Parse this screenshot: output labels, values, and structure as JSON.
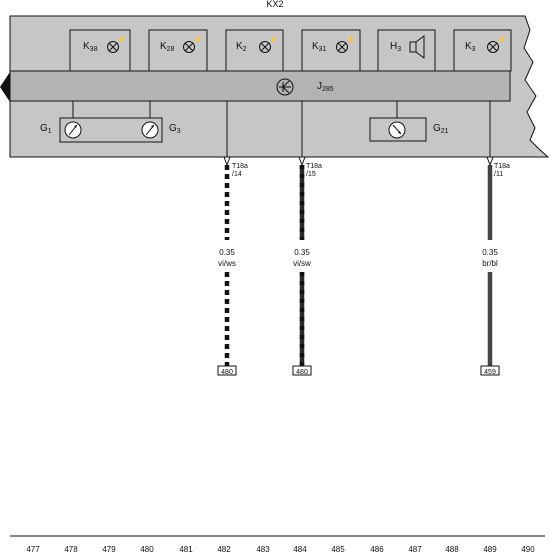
{
  "header": {
    "title": "KX2"
  },
  "components": {
    "k38": {
      "name": "K",
      "sub": "38"
    },
    "k28": {
      "name": "K",
      "sub": "28"
    },
    "k2": {
      "name": "K",
      "sub": "2"
    },
    "k31": {
      "name": "K",
      "sub": "31"
    },
    "h3": {
      "name": "H",
      "sub": "3"
    },
    "k3": {
      "name": "K",
      "sub": "3"
    },
    "j285": {
      "name": "J",
      "sub": "285"
    },
    "g1": {
      "name": "G",
      "sub": "1"
    },
    "g3": {
      "name": "G",
      "sub": "3"
    },
    "g21": {
      "name": "G",
      "sub": "21"
    }
  },
  "wires": [
    {
      "connector": "T18a",
      "pin": "/14",
      "gauge": "0.35",
      "color": "vi/ws",
      "ref": "480"
    },
    {
      "connector": "T18a",
      "pin": "/15",
      "gauge": "0.35",
      "color": "vi/sw",
      "ref": "480"
    },
    {
      "connector": "T18a",
      "pin": "/11",
      "gauge": "0.35",
      "color": "br/bl",
      "ref": "459"
    }
  ],
  "current_tracks": [
    "477",
    "478",
    "479",
    "480",
    "481",
    "482",
    "483",
    "484",
    "485",
    "486",
    "487",
    "488",
    "489",
    "490"
  ],
  "colors": {
    "panel": "#c6c6c6",
    "bar": "#b3b3b3",
    "line": "#111111"
  }
}
